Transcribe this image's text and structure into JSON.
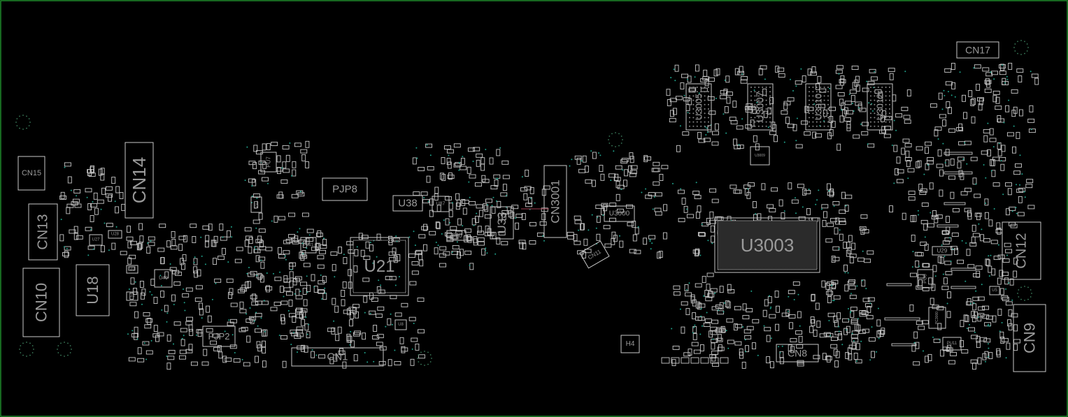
{
  "view": {
    "outline_color": "#1f8a2a",
    "part_color": "#c8c8c8",
    "label_color": "#9a9a9a",
    "via_color": "#1fa08a"
  },
  "components": {
    "cn15": "CN15",
    "cn14": "CN14",
    "cn13": "CN13",
    "cn10": "CN10",
    "u18": "U18",
    "u27": "U27",
    "u28": "U28",
    "u3": "U3",
    "u49": "U49",
    "u2": "U2",
    "pu7": "PU7",
    "u11": "U11",
    "pjp8": "PJP8",
    "pc21": "PC21",
    "u38": "U38",
    "u87": "U87",
    "u30": "U30",
    "u21": "U21",
    "pjp2": "PJP2",
    "cn1": "CN1",
    "u8": "U8",
    "u33": "U33",
    "cn3001": "CN3001",
    "u3000": "U3000",
    "cn11": "CN11",
    "h4": "H4",
    "u3005": "U3005",
    "u3007": "U3007",
    "u3010": "U3010",
    "u3012": "U3012",
    "u3009": "U3009",
    "u3003": "U3003",
    "cn8": "CN8",
    "cn17": "CN17",
    "cn12": "CN12",
    "u29": "U29",
    "pu6": "PU6",
    "pc3000": "PC3000",
    "pu11": "PU11",
    "u5": "U5",
    "cn9": "CN9"
  }
}
